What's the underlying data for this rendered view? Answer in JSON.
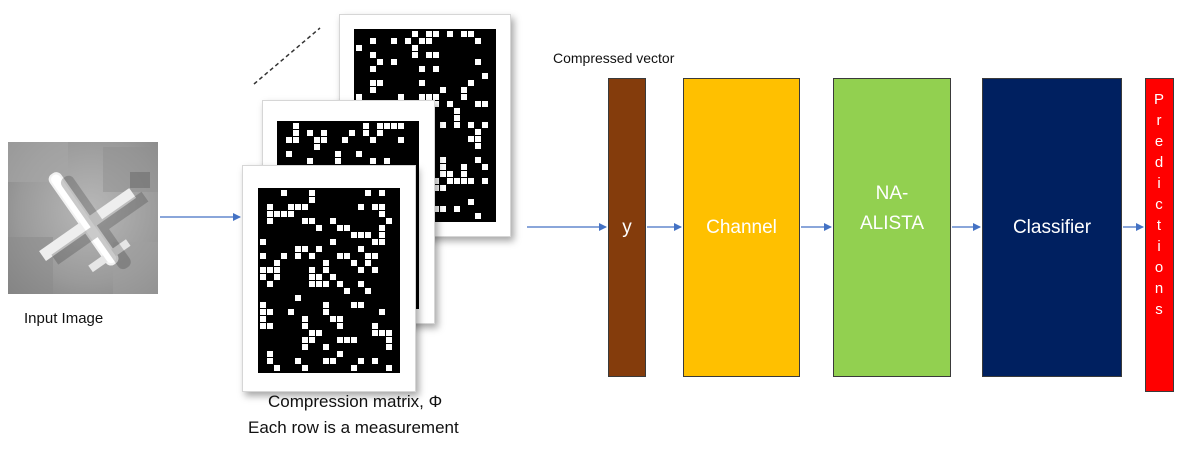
{
  "input": {
    "caption": "Input Image"
  },
  "compression": {
    "caption_line1": "Compression matrix, Φ",
    "caption_line2": "Each row is a measurement"
  },
  "compressed_vector": {
    "caption": "Compressed vector",
    "label": "y",
    "color": "#843c0c"
  },
  "blocks": {
    "channel": {
      "label": "Channel",
      "color": "#ffc000"
    },
    "naalista": {
      "label_line1": "NA-",
      "label_line2": "ALISTA",
      "color": "#92d050"
    },
    "classifier": {
      "label": "Classifier",
      "color": "#002060"
    }
  },
  "predictions": {
    "letters": [
      "P",
      "r",
      "e",
      "d",
      "i",
      "c",
      "t",
      "i",
      "o",
      "n",
      "s"
    ],
    "color": "#ff0000"
  },
  "colors": {
    "arrow": "#4472c4",
    "matrix_bg": "#000000",
    "matrix_dot": "#ffffff"
  }
}
